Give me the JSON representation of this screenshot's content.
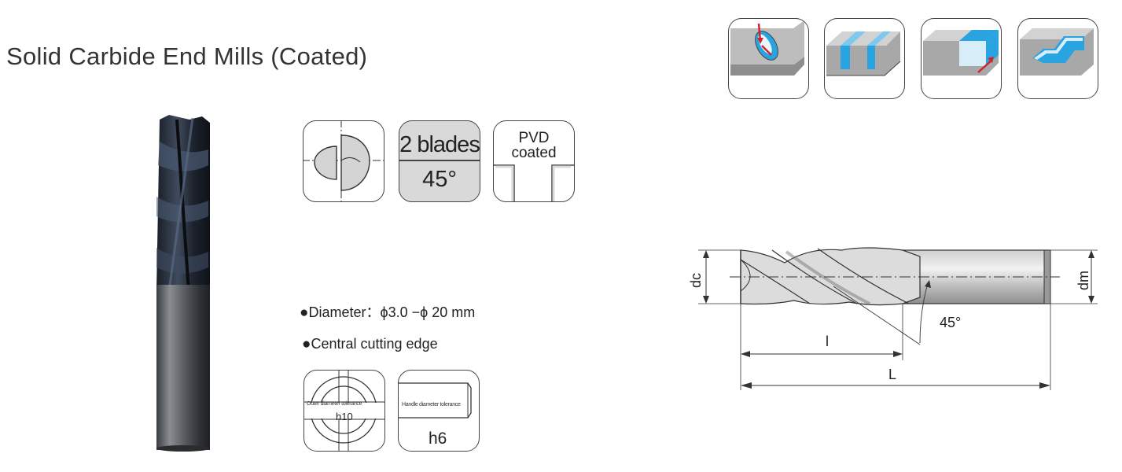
{
  "page": {
    "title": "Solid Carbide End Mills (Coated)"
  },
  "symbols": {
    "blades": {
      "line1": "2 blades",
      "line2": "45°"
    },
    "coating": {
      "line1": "PVD",
      "line2": "coated"
    }
  },
  "features": [
    {
      "bullet": "●",
      "text": "Diameter：ϕ3.0 −ϕ 20  mm"
    },
    {
      "bullet": "●",
      "text": "Central cutting edge"
    }
  ],
  "tolerances": {
    "outer": {
      "caption": "Outer diameter tolerance",
      "value": "h10"
    },
    "handle": {
      "caption": "Handle diameter tolerance",
      "value": "h6"
    }
  },
  "drawing": {
    "labels": {
      "dc": "dc",
      "dm": "dm",
      "angle": "45°",
      "l": "l",
      "L": "L"
    }
  },
  "applications": [
    {
      "name": "slot-plunging-icon"
    },
    {
      "name": "slotting-icon"
    },
    {
      "name": "side-milling-icon"
    },
    {
      "name": "pocket-milling-icon"
    }
  ],
  "colors": {
    "accent_blue": "#2aa4e0",
    "arrow_red": "#d2232a",
    "tool_dark": "#2b3340"
  }
}
